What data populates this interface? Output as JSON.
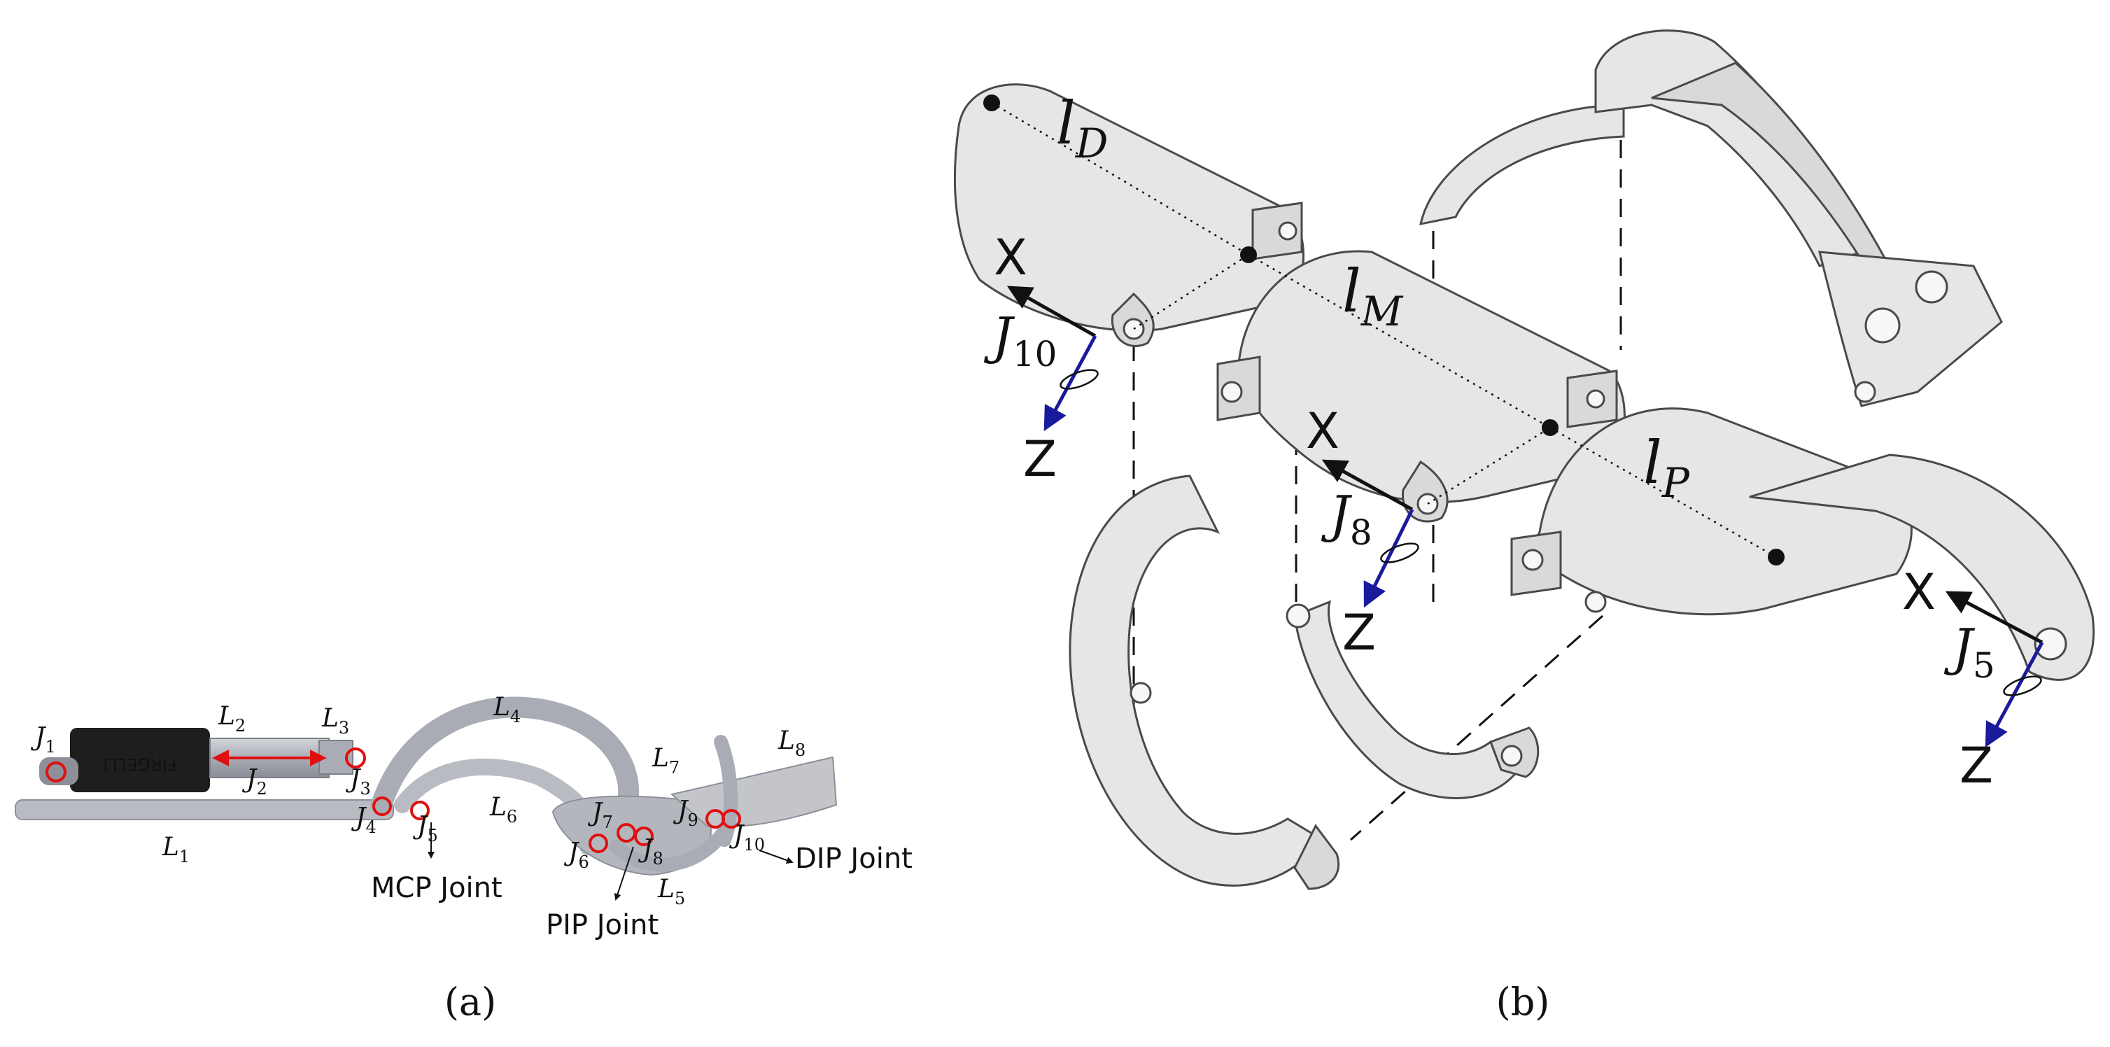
{
  "panel_a": {
    "caption": "(a)",
    "actuator_brand": "FIRGELLI",
    "joints": {
      "J1": {
        "base": "J",
        "sub": "1"
      },
      "J2": {
        "base": "J",
        "sub": "2"
      },
      "J3": {
        "base": "J",
        "sub": "3"
      },
      "J4": {
        "base": "J",
        "sub": "4"
      },
      "J5": {
        "base": "J",
        "sub": "5"
      },
      "J6": {
        "base": "J",
        "sub": "6"
      },
      "J7": {
        "base": "J",
        "sub": "7"
      },
      "J8": {
        "base": "J",
        "sub": "8"
      },
      "J9": {
        "base": "J",
        "sub": "9"
      },
      "J10": {
        "base": "J",
        "sub": "10"
      }
    },
    "links": {
      "L1": {
        "base": "L",
        "sub": "1"
      },
      "L2": {
        "base": "L",
        "sub": "2"
      },
      "L3": {
        "base": "L",
        "sub": "3"
      },
      "L4": {
        "base": "L",
        "sub": "4"
      },
      "L5": {
        "base": "L",
        "sub": "5"
      },
      "L6": {
        "base": "L",
        "sub": "6"
      },
      "L7": {
        "base": "L",
        "sub": "7"
      },
      "L8": {
        "base": "L",
        "sub": "8"
      }
    },
    "mcp_label": "MCP Joint",
    "pip_label": "PIP Joint",
    "dip_label": "DIP Joint",
    "joint_color": "#e01010"
  },
  "panel_b": {
    "caption": "(b)",
    "lengths": {
      "lD": {
        "base": "l",
        "sub": "D"
      },
      "lM": {
        "base": "l",
        "sub": "M"
      },
      "lP": {
        "base": "l",
        "sub": "P"
      }
    },
    "frames": {
      "J10": {
        "x_label": "X",
        "z_label": "Z",
        "joint": {
          "base": "J",
          "sub": "10"
        }
      },
      "J8": {
        "x_label": "X",
        "z_label": "Z",
        "joint": {
          "base": "J",
          "sub": "8"
        }
      },
      "J5": {
        "x_label": "X",
        "z_label": "Z",
        "joint": {
          "base": "J",
          "sub": "5"
        }
      }
    },
    "z_axis_color": "#1a1a9c"
  }
}
